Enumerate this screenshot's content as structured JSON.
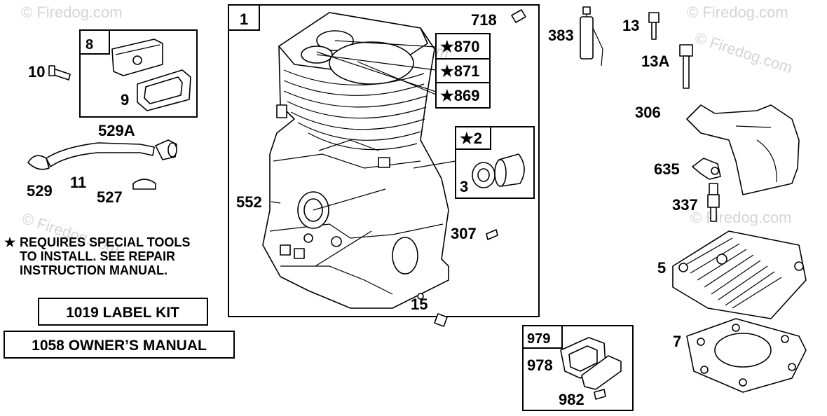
{
  "watermark": {
    "text": "© Firedog.com"
  },
  "labels": {
    "l1": "1",
    "l2": "★2",
    "l3": "3",
    "l5": "5",
    "l7": "7",
    "l8": "8",
    "l9": "9",
    "l10": "10",
    "l11": "11",
    "l13": "13",
    "l13a": "13A",
    "l15": "15",
    "l306": "306",
    "l307": "307",
    "l337": "337",
    "l383": "383",
    "l527": "527",
    "l529": "529",
    "l529a": "529A",
    "l552": "552",
    "l635": "635",
    "l718": "718",
    "l869": "★869",
    "l870": "★870",
    "l871": "★871",
    "l978": "978",
    "l979": "979",
    "l982": "982"
  },
  "note": {
    "star": "★",
    "line1": "REQUIRES SPECIAL TOOLS",
    "line2": "TO INSTALL.  SEE REPAIR",
    "line3": "INSTRUCTION MANUAL."
  },
  "kits": {
    "label_kit": "1019 LABEL KIT",
    "owners_manual": "1058 OWNER’S MANUAL"
  }
}
